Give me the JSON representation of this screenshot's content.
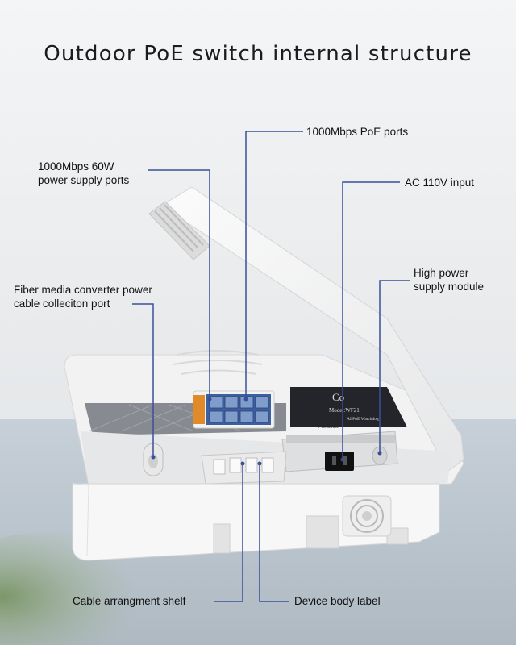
{
  "title": "Outdoor PoE switch internal structure",
  "callouts": {
    "poe_ports": "1000Mbps PoE ports",
    "power_ports_line1": "1000Mbps 60W",
    "power_ports_line2": "power supply ports",
    "ac_input": "AC 110V input",
    "psu_line1": "High power",
    "psu_line2": "supply module",
    "fiber_line1": "Fiber media converter power",
    "fiber_line2": "cable colleciton port",
    "shelf": "Cable arrangment shelf",
    "body_label": "Device body label"
  },
  "device_text": {
    "brand": "Co",
    "model": "Model:WF21",
    "spec": "AI PoE Watchdog",
    "small": "PoE Switch"
  },
  "colors": {
    "leader": "#3a4f9a",
    "background": "#eef0f2",
    "box": "#f6f6f6",
    "panel": "#23252b",
    "port_orange": "#e08a2a",
    "port_blue": "#3c5fa0"
  }
}
